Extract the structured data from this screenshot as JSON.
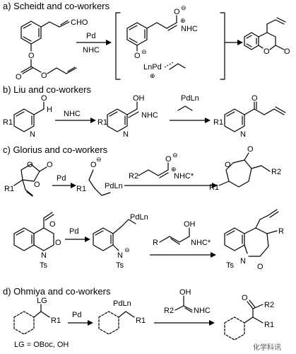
{
  "sections": {
    "a": {
      "title": "a) Scheidt and co-workers",
      "reagent_top": "Pd",
      "reagent_bottom": "NHC",
      "sm_cho": "CHO",
      "int_nhc": "NHC",
      "int_pd": "LnPd",
      "int_pd_charge": "⊕",
      "neg": "⊖",
      "pos": "⊕"
    },
    "b": {
      "title": "b) Liu and co-workers",
      "reagent": "NHC",
      "reagent2": "PdLn",
      "r1": "R1",
      "oh": "OH",
      "nhc": "NHC"
    },
    "c": {
      "title": "c) Glorius and co-workers",
      "pd": "Pd",
      "pdln": "PdLn",
      "r1": "R1",
      "r2": "R2",
      "nhc_star": "NHC*",
      "oh": "OH",
      "ts": "Ts",
      "n": "N",
      "r": "R"
    },
    "d": {
      "title": "d) Ohmiya and co-workers",
      "lg": "LG",
      "pd": "Pd",
      "pdln": "PdLn",
      "r1": "R1",
      "r2": "R2",
      "oh": "OH",
      "nhc": "NHC",
      "lg_note": "LG = OBoc, OH"
    }
  },
  "watermark": "化学科讯"
}
